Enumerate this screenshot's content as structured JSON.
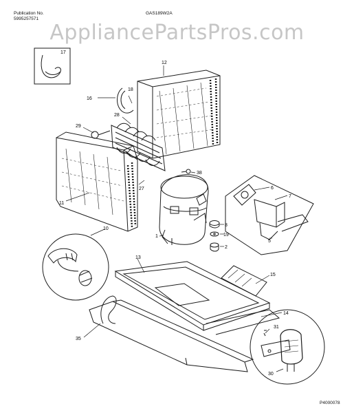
{
  "header": {
    "publication_label": "Publication No.",
    "publication_number": "5995257571",
    "model_number": "GAS189W2A"
  },
  "watermark": "AppliancePartsPros.com",
  "page_code": "P4000078",
  "callouts": [
    "17",
    "12",
    "18",
    "16",
    "28",
    "29",
    "11",
    "27",
    "38",
    "6",
    "7",
    "8",
    "19",
    "1",
    "2",
    "5",
    "10",
    "13",
    "15",
    "14",
    "31",
    "35",
    "30"
  ],
  "colors": {
    "line": "#1a1a1a",
    "watermark": "#bdbdbd",
    "background": "#ffffff"
  }
}
